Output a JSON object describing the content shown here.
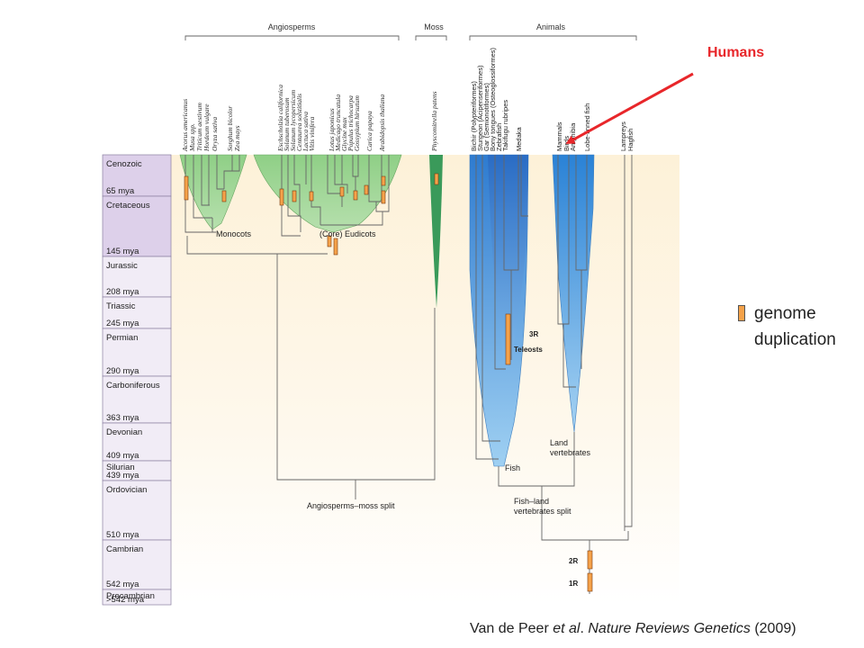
{
  "groups": {
    "angiosperms": "Angiosperms",
    "moss": "Moss",
    "animals": "Animals"
  },
  "eras": [
    {
      "name": "Cenozoic",
      "age": "65 mya"
    },
    {
      "name": "Cretaceous",
      "age": "145 mya"
    },
    {
      "name": "Jurassic",
      "age": "208 mya"
    },
    {
      "name": "Triassic",
      "age": "245 mya"
    },
    {
      "name": "Permian",
      "age": "290 mya"
    },
    {
      "name": "Carboniferous",
      "age": "363 mya"
    },
    {
      "name": "Devonian",
      "age": "409 mya"
    },
    {
      "name": "Silurian",
      "age": "439 mya"
    },
    {
      "name": "Ordovician",
      "age": "510 mya"
    },
    {
      "name": "Cambrian",
      "age": "542 mya"
    },
    {
      "name": "Precambrian",
      "age": ">542  mya"
    }
  ],
  "monocots": [
    "Acorus americanus",
    "Musa spp.",
    "Triticum aestivum",
    "Hordeum vulgare",
    "Oryza sativa",
    "Sorghum bicolor",
    "Zea mays"
  ],
  "eudicots": [
    "Eschscholzia californica",
    "Solanum tuberosum",
    "Solanum lycopersicum",
    "Centaurea solstitialis",
    "Lactuca sativa",
    "Vitis vinifera",
    "Lotus japonicus",
    "Medicago truncatula",
    "Glycine max",
    "Populus trichocarpa",
    "Gossypium hirsutum",
    "Carica papaya",
    "Arabidopsis thaliana"
  ],
  "moss_species": [
    "Physcomitrella patens"
  ],
  "fish_species": [
    "Bichir (Polypteriformes)",
    "Sturgeon (Acipenseriformes)",
    "Gar (Semionotiformes)",
    "Bony tongues (Osteoglossiformes)",
    "Zebrafish",
    "Takifugu rubripes",
    "Medaka"
  ],
  "land_species": [
    "Mammals",
    "Birds",
    "Amphibia",
    "Lobe-finned fish"
  ],
  "jawless_species": [
    "Lampreys",
    "Hagfish"
  ],
  "clades": {
    "monocots": "Monocots",
    "eudicots": "(Core) Eudicots",
    "teleosts": "Teleosts",
    "fish": "Fish",
    "land1": "Land",
    "land2": "vertebrates",
    "split_moss": "Angiosperms–moss split",
    "split_fish1": "Fish–land",
    "split_fish2": "vertebrates split"
  },
  "events": {
    "r3": "3R",
    "r2": "2R",
    "r1": "1R"
  },
  "annotation": {
    "humans": "Humans"
  },
  "legend": {
    "label": "genome duplication"
  },
  "citation": {
    "authors": "Van de Peer ",
    "etal": "et al",
    "dot": ". ",
    "journal": "Nature Reviews Genetics",
    "year": " (2009)"
  },
  "colors": {
    "duplication": "#f5a24a",
    "plants": "#90c98a",
    "moss": "#3a9a5a",
    "fish": "#4a90d9",
    "arrow": "#e8262a",
    "era_panel": "#ddd2ea",
    "background_top": "#fdf3dd"
  }
}
